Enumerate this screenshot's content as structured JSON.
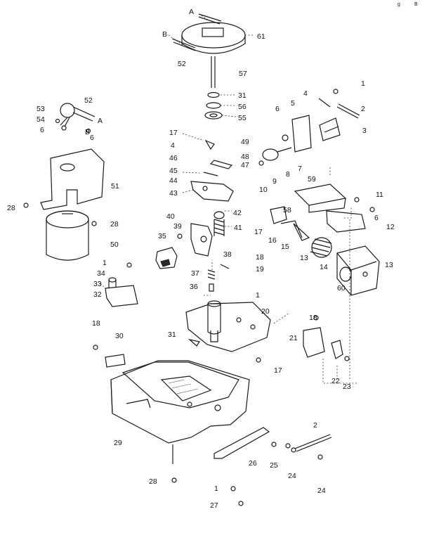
{
  "labels": [
    {
      "id": "A_top",
      "text": "A"
    },
    {
      "id": "B_top",
      "text": "B"
    },
    {
      "id": "61",
      "text": "61"
    },
    {
      "id": "52_top",
      "text": "52"
    },
    {
      "id": "57",
      "text": "57"
    },
    {
      "id": "31_top",
      "text": "31"
    },
    {
      "id": "56",
      "text": "56"
    },
    {
      "id": "55",
      "text": "55"
    },
    {
      "id": "17_a",
      "text": "17"
    },
    {
      "id": "4_a",
      "text": "4"
    },
    {
      "id": "46",
      "text": "46"
    },
    {
      "id": "45",
      "text": "45"
    },
    {
      "id": "44",
      "text": "44"
    },
    {
      "id": "43",
      "text": "43"
    },
    {
      "id": "49",
      "text": "49"
    },
    {
      "id": "48",
      "text": "48"
    },
    {
      "id": "47",
      "text": "47"
    },
    {
      "id": "40",
      "text": "40"
    },
    {
      "id": "39",
      "text": "39"
    },
    {
      "id": "35",
      "text": "35"
    },
    {
      "id": "42",
      "text": "42"
    },
    {
      "id": "41",
      "text": "41"
    },
    {
      "id": "38",
      "text": "38"
    },
    {
      "id": "37",
      "text": "37"
    },
    {
      "id": "36",
      "text": "36"
    },
    {
      "id": "52_left",
      "text": "52"
    },
    {
      "id": "53",
      "text": "53"
    },
    {
      "id": "54",
      "text": "54"
    },
    {
      "id": "6_left",
      "text": "6"
    },
    {
      "id": "A_left",
      "text": "A"
    },
    {
      "id": "B_left",
      "text": "B"
    },
    {
      "id": "6_left2",
      "text": "6"
    },
    {
      "id": "51",
      "text": "51"
    },
    {
      "id": "28_a",
      "text": "28"
    },
    {
      "id": "28_b",
      "text": "28"
    },
    {
      "id": "50",
      "text": "50"
    },
    {
      "id": "1_a",
      "text": "1"
    },
    {
      "id": "34",
      "text": "34"
    },
    {
      "id": "33",
      "text": "33"
    },
    {
      "id": "32",
      "text": "32"
    },
    {
      "id": "18_a",
      "text": "18"
    },
    {
      "id": "30",
      "text": "30"
    },
    {
      "id": "31_b",
      "text": "31"
    },
    {
      "id": "29",
      "text": "29"
    },
    {
      "id": "28_c",
      "text": "28"
    },
    {
      "id": "1_b",
      "text": "1"
    },
    {
      "id": "27",
      "text": "27"
    },
    {
      "id": "26",
      "text": "26"
    },
    {
      "id": "25",
      "text": "25"
    },
    {
      "id": "24_a",
      "text": "24"
    },
    {
      "id": "24_b",
      "text": "24"
    },
    {
      "id": "2_b",
      "text": "2"
    },
    {
      "id": "17_b",
      "text": "17"
    },
    {
      "id": "20",
      "text": "20"
    },
    {
      "id": "1_c",
      "text": "1"
    },
    {
      "id": "18_b",
      "text": "18"
    },
    {
      "id": "19",
      "text": "19"
    },
    {
      "id": "21",
      "text": "21"
    },
    {
      "id": "22",
      "text": "22"
    },
    {
      "id": "23",
      "text": "23"
    },
    {
      "id": "18_c",
      "text": "18"
    },
    {
      "id": "60",
      "text": "60"
    },
    {
      "id": "13_a",
      "text": "13"
    },
    {
      "id": "14",
      "text": "14"
    },
    {
      "id": "13_b",
      "text": "13"
    },
    {
      "id": "15",
      "text": "15"
    },
    {
      "id": "16",
      "text": "16"
    },
    {
      "id": "17_c",
      "text": "17"
    },
    {
      "id": "58",
      "text": "58"
    },
    {
      "id": "59",
      "text": "59"
    },
    {
      "id": "11",
      "text": "11"
    },
    {
      "id": "6_right",
      "text": "6"
    },
    {
      "id": "12",
      "text": "12"
    },
    {
      "id": "10",
      "text": "10"
    },
    {
      "id": "9",
      "text": "9"
    },
    {
      "id": "8",
      "text": "8"
    },
    {
      "id": "7",
      "text": "7"
    },
    {
      "id": "6_mid",
      "text": "6"
    },
    {
      "id": "5",
      "text": "5"
    },
    {
      "id": "4_b",
      "text": "4"
    },
    {
      "id": "1_d",
      "text": "1"
    },
    {
      "id": "2_a",
      "text": "2"
    },
    {
      "id": "3",
      "text": "3"
    },
    {
      "id": "g_corner",
      "text": "g"
    },
    {
      "id": "B_corner",
      "text": "B"
    }
  ]
}
